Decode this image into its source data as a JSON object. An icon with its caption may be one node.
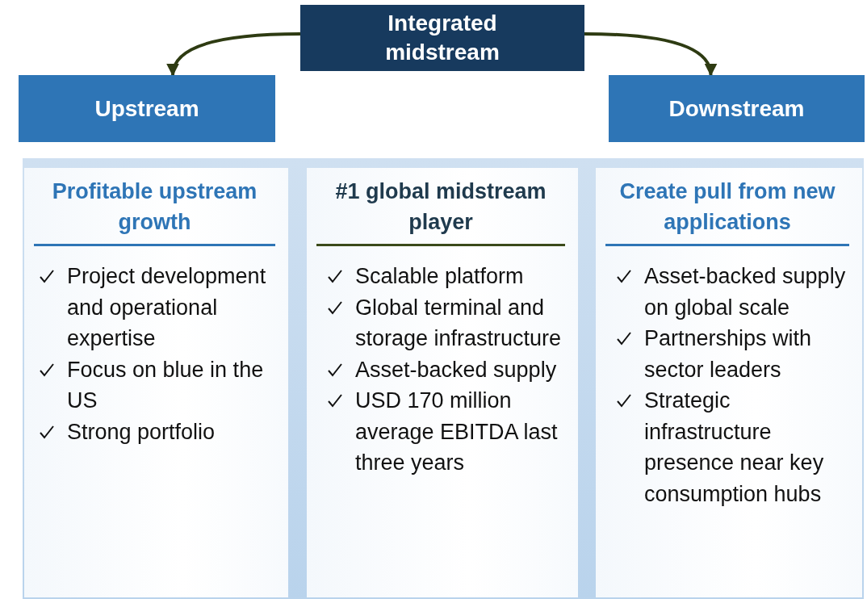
{
  "diagram": {
    "nodes": [
      {
        "text": [
          "Integrated midstream"
        ]
      },
      {
        "text": [
          "Upstream"
        ]
      },
      {
        "text": [
          "Downstream"
        ]
      },
      {
        "text": [
          "Profitable upstream growth",
          "Project development and operational expertise",
          "Focus on blue in the US",
          "Strong portfolio"
        ]
      },
      {
        "text": [
          "#1 global midstream player",
          "Scalable platform",
          "Global terminal and storage infrastructure",
          "Asset-backed supply",
          "USD 170 million average EBITDA last three years"
        ]
      },
      {
        "text": [
          "Create pull from new applications",
          "Asset-backed supply on global scale",
          "Partnerships with sector leaders",
          "Strategic infrastructure presence near key consumption hubs"
        ]
      }
    ],
    "edges": [
      {
        "from": 0,
        "to": 1,
        "arrow": "to"
      },
      {
        "from": 0,
        "to": 2,
        "arrow": "to"
      }
    ]
  }
}
